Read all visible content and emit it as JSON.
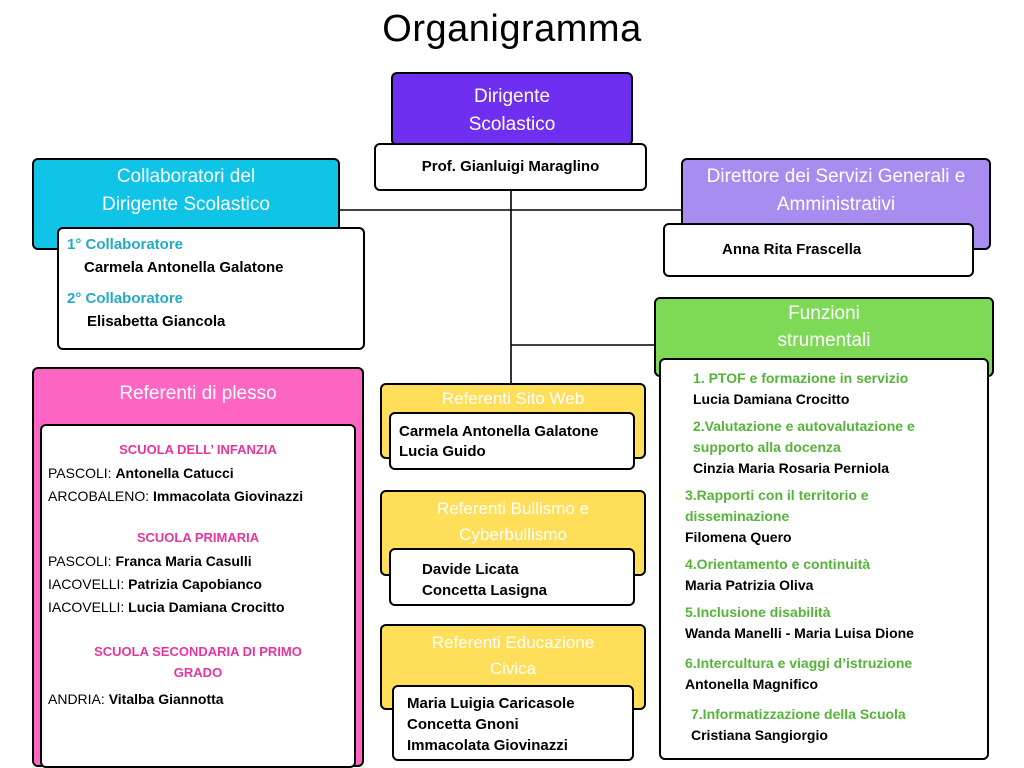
{
  "title": "Organigramma",
  "dirigente": {
    "label": "Dirigente Scolastico",
    "name": "Prof. Gianluigi Maraglino"
  },
  "collaboratori": {
    "label": "Collaboratori del Dirigente Scolastico",
    "items": [
      {
        "role": "1° Collaboratore",
        "name": "Carmela Antonella Galatone"
      },
      {
        "role": "2° Collaboratore",
        "name": "Elisabetta Giancola"
      }
    ]
  },
  "dsga": {
    "label": "Direttore dei Servizi Generali e Amministrativi",
    "name": "Anna Rita Frascella"
  },
  "plesso": {
    "label": "Referenti di plesso",
    "infanzia": {
      "title": "SCUOLA DELL’ INFANZIA",
      "rows": [
        {
          "school": "PASCOLI:",
          "name": "Antonella Catucci"
        },
        {
          "school": "ARCOBALENO:",
          "name": "Immacolata Giovinazzi"
        }
      ]
    },
    "primaria": {
      "title": "SCUOLA PRIMARIA",
      "rows": [
        {
          "school": "PASCOLI:",
          "name": "Franca Maria Casulli"
        },
        {
          "school": "IACOVELLI:",
          "name": "Patrizia Capobianco"
        },
        {
          "school": "IACOVELLI:",
          "name": "Lucia Damiana Crocitto"
        }
      ]
    },
    "secondaria": {
      "title": "SCUOLA SECONDARIA DI PRIMO GRADO",
      "rows": [
        {
          "school": "ANDRIA:",
          "name": "Vitalba Giannotta"
        }
      ]
    }
  },
  "sito_web": {
    "label": "Referenti Sito Web",
    "names": [
      "Carmela Antonella Galatone",
      "Lucia Guido"
    ]
  },
  "bullismo": {
    "label": "Referenti Bullismo e Cyberbullismo",
    "names": [
      "Davide Licata",
      "Concetta Lasigna"
    ]
  },
  "civica": {
    "label": "Referenti Educazione Civica",
    "names": [
      "Maria Luigia Caricasole",
      "Concetta Gnoni",
      "Immacolata Giovinazzi"
    ]
  },
  "funzioni": {
    "label": "Funzioni strumentali",
    "items": [
      {
        "title": "1. PTOF e formazione in servizio",
        "name": "Lucia Damiana Crocitto"
      },
      {
        "title": "2.Valutazione e autovalutazione e supporto alla docenza",
        "name": "Cinzia Maria Rosaria Perniola"
      },
      {
        "title": "3.Rapporti con il territorio e disseminazione",
        "name": "Filomena Quero"
      },
      {
        "title": "4.Orientamento e continuità",
        "name": "Maria Patrizia Oliva"
      },
      {
        "title": "5.Inclusione disabilità",
        "name": "Wanda Manelli - Maria Luisa Dione"
      },
      {
        "title": "6.Intercultura e viaggi d’istruzione",
        "name": "Antonella Magnifico"
      },
      {
        "title": "7.Informatizzazione della Scuola",
        "name": "Cristiana Sangiorgio"
      }
    ]
  },
  "colors": {
    "dirigente": "#6f2ff0",
    "collaboratori": "#0fc4e6",
    "dsga": "#a98cf0",
    "plesso": "#ff66c4",
    "referenti": "#ffde59",
    "funzioni": "#7ed957",
    "plesso_text": "#e6359f",
    "funzioni_text": "#56b33a",
    "collab_text": "#23aac6"
  }
}
